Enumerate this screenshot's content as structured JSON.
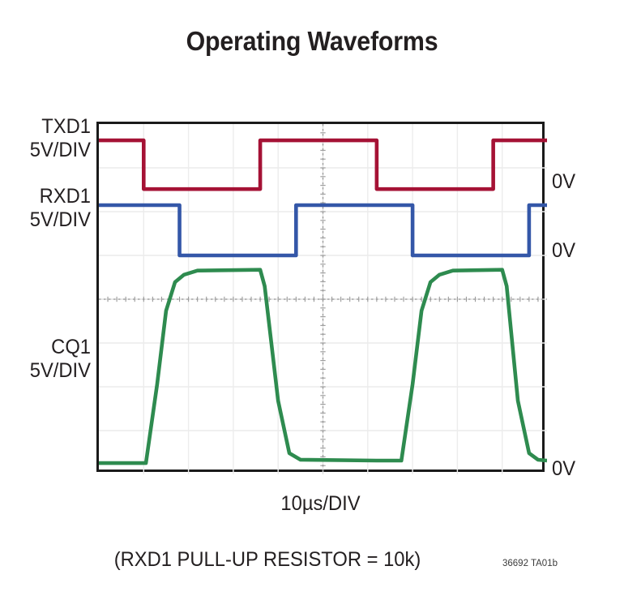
{
  "title": "Operating Waveforms",
  "left_labels": {
    "txd1": {
      "name": "TXD1",
      "scale": "5V/DIV"
    },
    "rxd1": {
      "name": "RXD1",
      "scale": "5V/DIV"
    },
    "cq1": {
      "name": "CQ1",
      "scale": "5V/DIV"
    }
  },
  "right_labels": {
    "txd1_zero": "0V",
    "rxd1_zero": "0V",
    "cq1_zero": "0V"
  },
  "x_axis_label": "10µs/DIV",
  "footnote": "(RXD1 PULL-UP RESISTOR = 10k)",
  "figure_id": "36692 TA01b",
  "colors": {
    "txd1": "#A51235",
    "rxd1": "#3457A8",
    "cq1": "#2E8B4F",
    "frame": "#1a1a1a",
    "grid": "#ececec",
    "grid_major": "#e0e0e0",
    "center_axis": "#9a9a9a",
    "background": "#ffffff",
    "text": "#231f20"
  },
  "chart_data": {
    "type": "line",
    "title": "Operating Waveforms",
    "subtitle": "(RXD1 PULL-UP RESISTOR = 10k)",
    "xlabel": "10µs/DIV",
    "ylabel": "",
    "grid": true,
    "legend_position": "left-axis-labels",
    "x_units": "µs",
    "y_units": "V",
    "x_per_division": 10,
    "y_per_division": 5,
    "divisions_x": 10,
    "divisions_y": 8,
    "xlim": [
      0,
      100
    ],
    "annotations": [
      {
        "text": "0V",
        "channel": "TXD1",
        "position": "right"
      },
      {
        "text": "0V",
        "channel": "RXD1",
        "position": "right"
      },
      {
        "text": "0V",
        "channel": "CQ1",
        "position": "right"
      }
    ],
    "series": [
      {
        "name": "TXD1",
        "color": "#A51235",
        "scale": "5V/DIV",
        "zero_level_v": 0,
        "high_v": 3.3,
        "low_v": 0,
        "waveform": "square-inverted",
        "points": [
          [
            0,
            3.3
          ],
          [
            10,
            3.3
          ],
          [
            10,
            0
          ],
          [
            36,
            0
          ],
          [
            36,
            3.3
          ],
          [
            62,
            3.3
          ],
          [
            62,
            0
          ],
          [
            88,
            0
          ],
          [
            88,
            3.3
          ],
          [
            100,
            3.3
          ]
        ]
      },
      {
        "name": "RXD1",
        "color": "#3457A8",
        "scale": "5V/DIV",
        "zero_level_v": 0,
        "high_v": 5.0,
        "low_v": 0,
        "waveform": "square-delayed",
        "points": [
          [
            0,
            5.0
          ],
          [
            18,
            5.0
          ],
          [
            18,
            0
          ],
          [
            44,
            0
          ],
          [
            44,
            5.0
          ],
          [
            70,
            5.0
          ],
          [
            70,
            0
          ],
          [
            96,
            0
          ],
          [
            96,
            5.0
          ],
          [
            100,
            5.0
          ]
        ]
      },
      {
        "name": "CQ1",
        "color": "#2E8B4F",
        "scale": "5V/DIV",
        "zero_level_v": 0,
        "high_v": 24,
        "low_v": 0,
        "waveform": "pulse-rc-rise-fall",
        "points": [
          [
            0,
            0.4
          ],
          [
            10.5,
            0.4
          ],
          [
            13,
            10
          ],
          [
            15,
            19
          ],
          [
            17,
            22.5
          ],
          [
            19,
            23.4
          ],
          [
            22,
            23.9
          ],
          [
            36,
            24.0
          ],
          [
            37,
            22.0
          ],
          [
            40,
            8.0
          ],
          [
            42.5,
            1.6
          ],
          [
            45,
            0.8
          ],
          [
            62,
            0.7
          ],
          [
            67.5,
            0.7
          ],
          [
            70,
            10
          ],
          [
            72,
            19
          ],
          [
            74,
            22.5
          ],
          [
            76,
            23.4
          ],
          [
            79,
            23.9
          ],
          [
            90,
            24.0
          ],
          [
            91,
            22.0
          ],
          [
            93.5,
            8.0
          ],
          [
            96,
            1.6
          ],
          [
            98,
            0.8
          ],
          [
            100,
            0.7
          ]
        ]
      }
    ]
  }
}
